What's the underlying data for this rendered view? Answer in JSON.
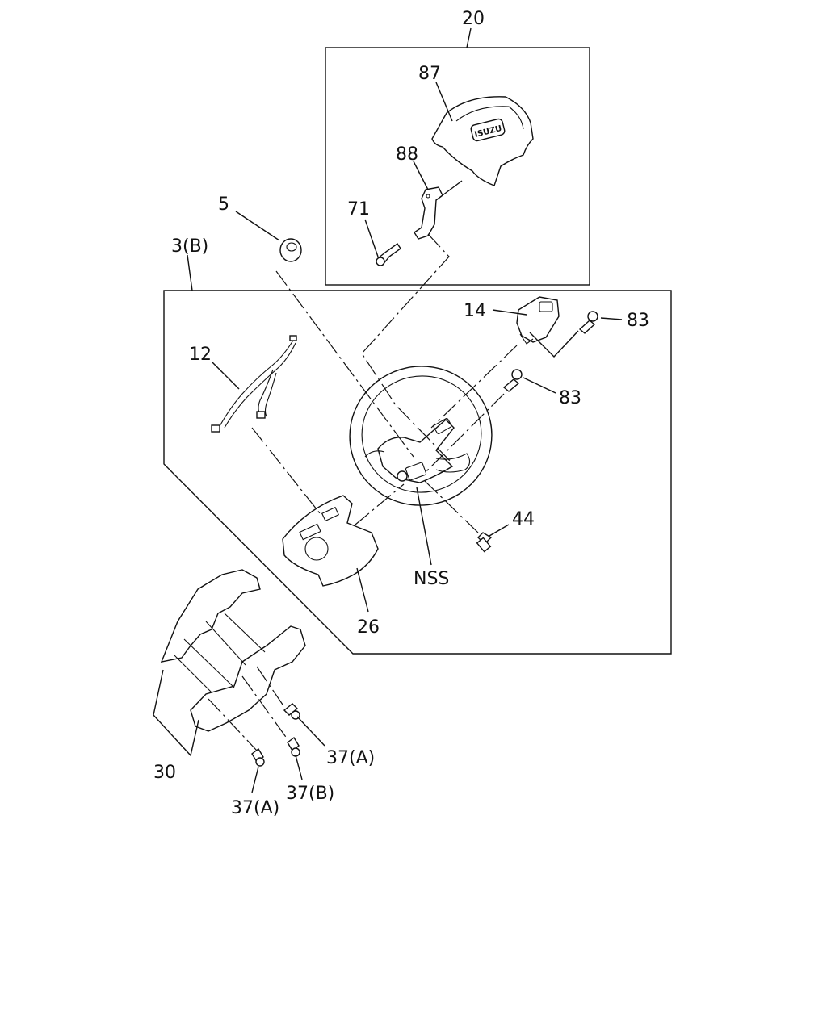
{
  "diagram": {
    "labels": {
      "l20": "20",
      "l87": "87",
      "l88": "88",
      "l71": "71",
      "l5": "5",
      "l3b": "3(B)",
      "l14": "14",
      "l83a": "83",
      "l83b": "83",
      "l12": "12",
      "l44": "44",
      "lnss": "NSS",
      "l26": "26",
      "l30": "30",
      "l37a1": "37(A)",
      "l37b": "37(B)",
      "l37a2": "37(A)"
    },
    "emblem_text": "ISUZU"
  }
}
